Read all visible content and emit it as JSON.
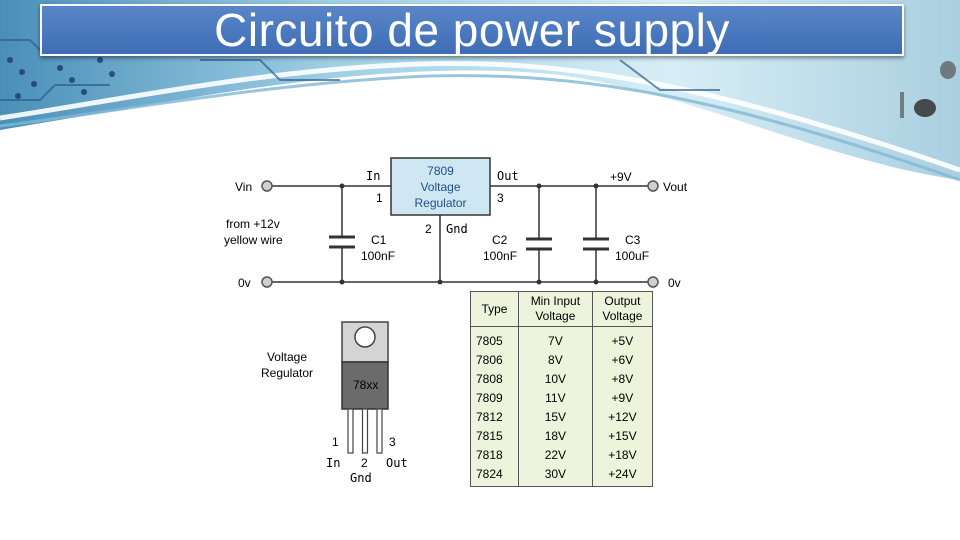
{
  "title": "Circuito de power supply",
  "circuit": {
    "regulator": {
      "line1": "7809",
      "line2": "Voltage",
      "line3": "Regulator"
    },
    "pins": {
      "in": "In",
      "in_num": "1",
      "out": "Out",
      "out_num": "3",
      "gnd_num": "2",
      "gnd": "Gnd"
    },
    "vin": "Vin",
    "vout": "Vout",
    "plus9": "+9V",
    "zero_left": "0v",
    "zero_right": "0v",
    "source_line1": "from +12v",
    "source_line2": "yellow wire",
    "c1": {
      "name": "C1",
      "value": "100nF"
    },
    "c2": {
      "name": "C2",
      "value": "100nF"
    },
    "c3": {
      "name": "C3",
      "value": "100uF"
    }
  },
  "package": {
    "label_line1": "Voltage",
    "label_line2": "Regulator",
    "part": "78xx",
    "pin1": "1",
    "pin2": "2",
    "pin3": "3",
    "pin1_name": "In",
    "pin2_name": "Gnd",
    "pin3_name": "Out"
  },
  "table": {
    "headers": [
      [
        "Type",
        ""
      ],
      [
        "Min Input",
        "Voltage"
      ],
      [
        "Output",
        "Voltage"
      ]
    ],
    "rows": [
      [
        "7805",
        "7V",
        "+5V"
      ],
      [
        "7806",
        "8V",
        "+6V"
      ],
      [
        "7808",
        "10V",
        "+8V"
      ],
      [
        "7809",
        "11V",
        "+9V"
      ],
      [
        "7812",
        "15V",
        "+12V"
      ],
      [
        "7815",
        "18V",
        "+15V"
      ],
      [
        "7818",
        "22V",
        "+18V"
      ],
      [
        "7824",
        "30V",
        "+24V"
      ]
    ]
  },
  "colors": {
    "title_bar": "#4a78bf",
    "regulator_fill": "#cfe6f3",
    "table_fill": "#eef3dc",
    "package_tab": "#d4d4d4",
    "package_body": "#6b6b6b"
  }
}
